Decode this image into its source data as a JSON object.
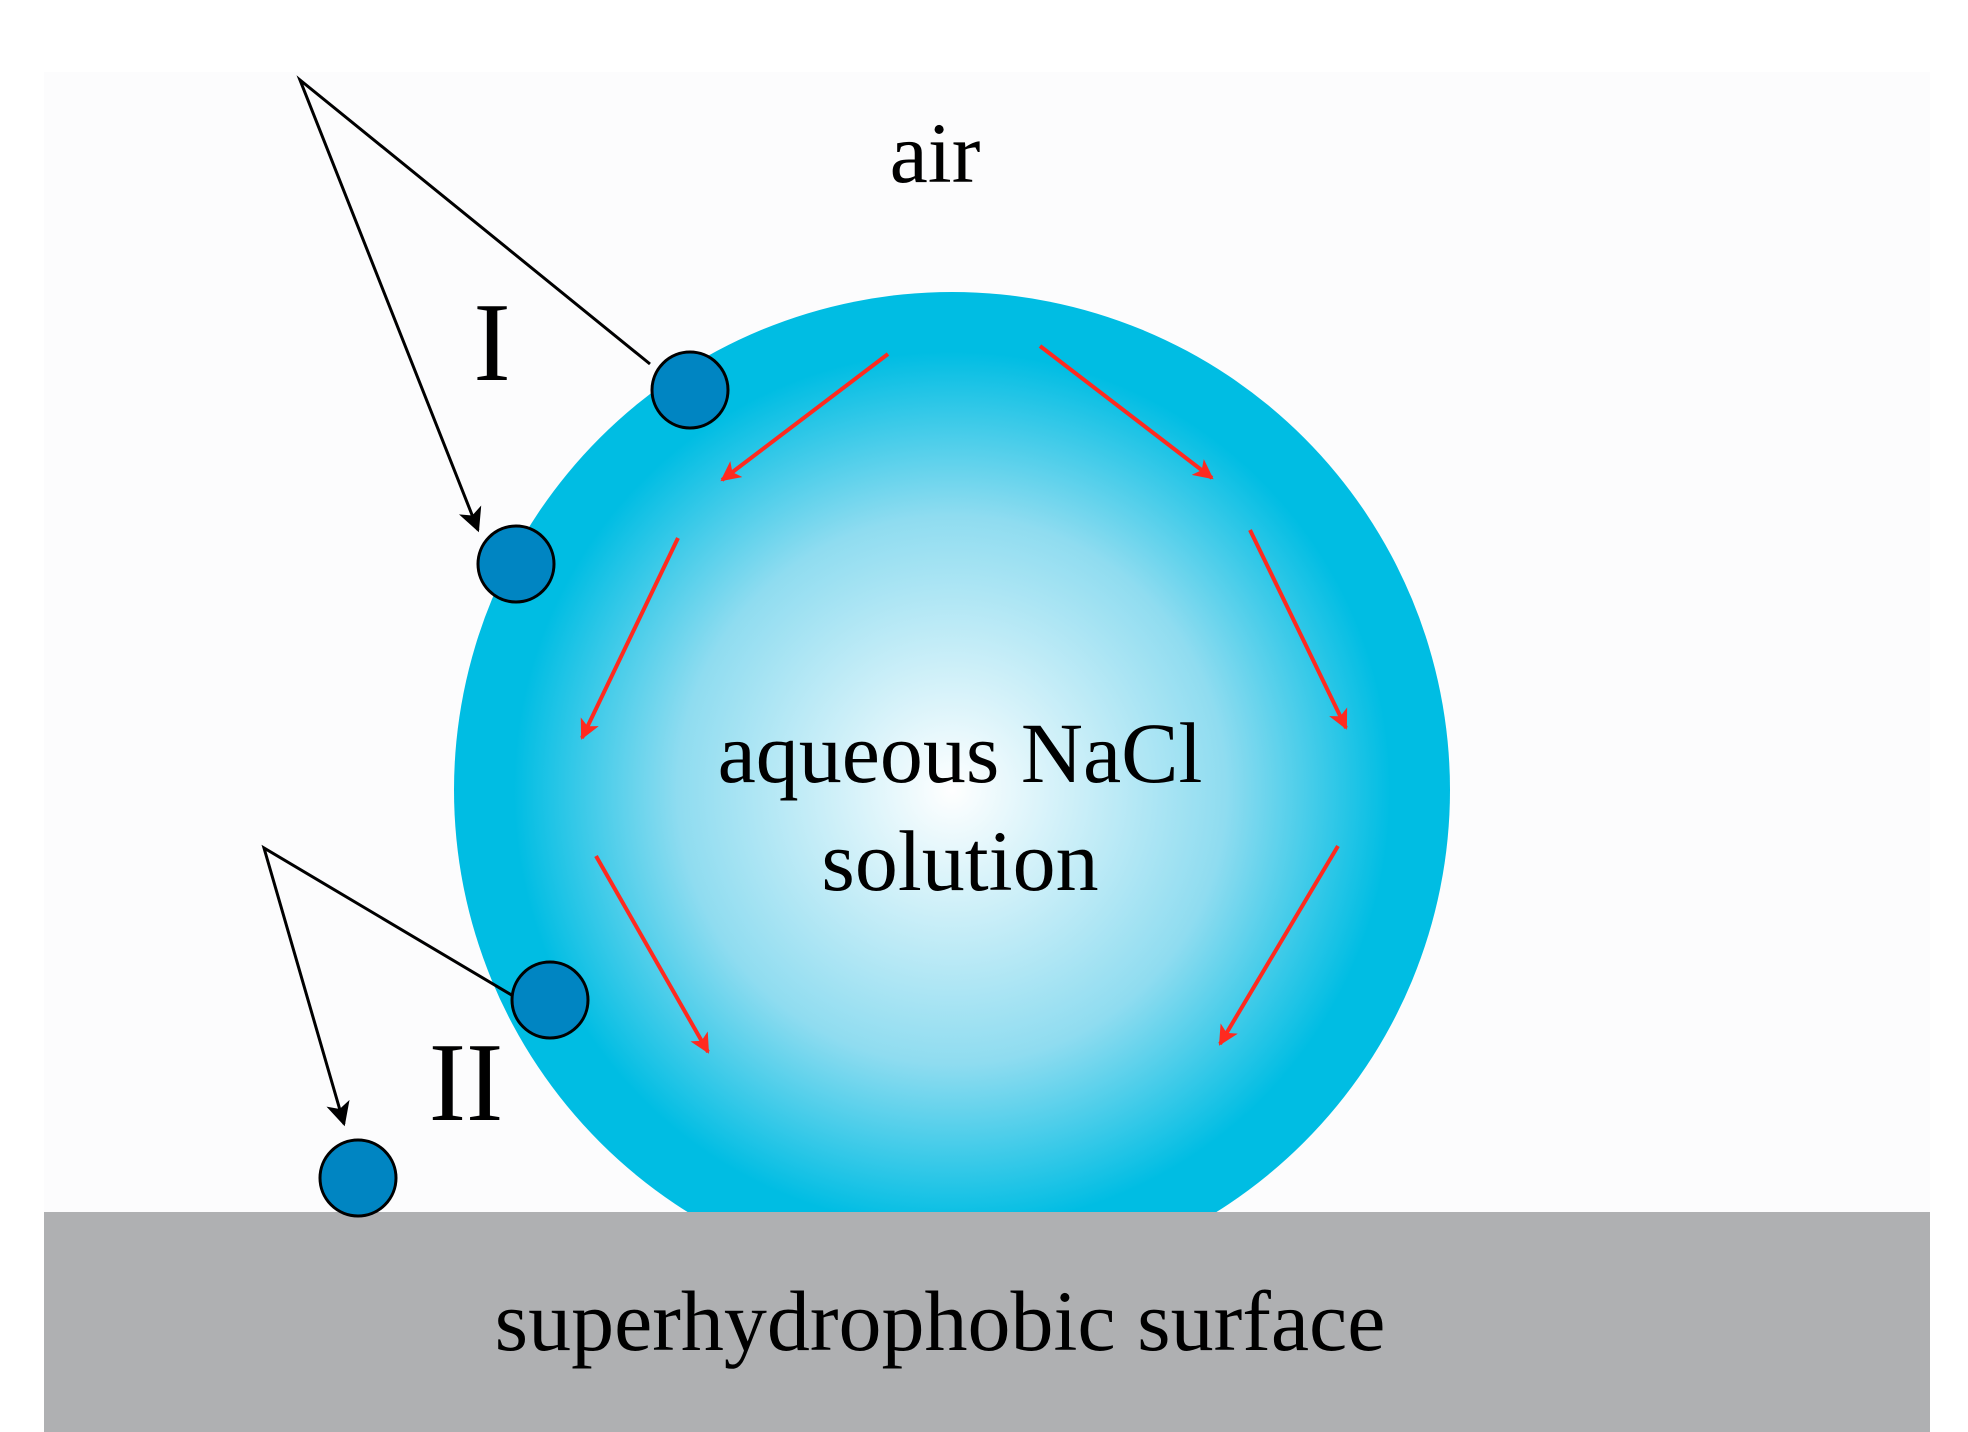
{
  "labels": {
    "air": "air",
    "droplet_line1": "aqueous NaCl",
    "droplet_line2": "solution",
    "surface": "superhydrophobic surface",
    "path_one": "I",
    "path_two": "II"
  },
  "colors": {
    "panel_background": "#fcfcfd",
    "droplet_center": "#ffffff",
    "droplet_edge": "#00bde3",
    "particle_fill": "#0085c2",
    "surface_fill": "#afb0b2",
    "flow_arrow": "#ff2a1f",
    "jump_arrow": "#000000"
  }
}
